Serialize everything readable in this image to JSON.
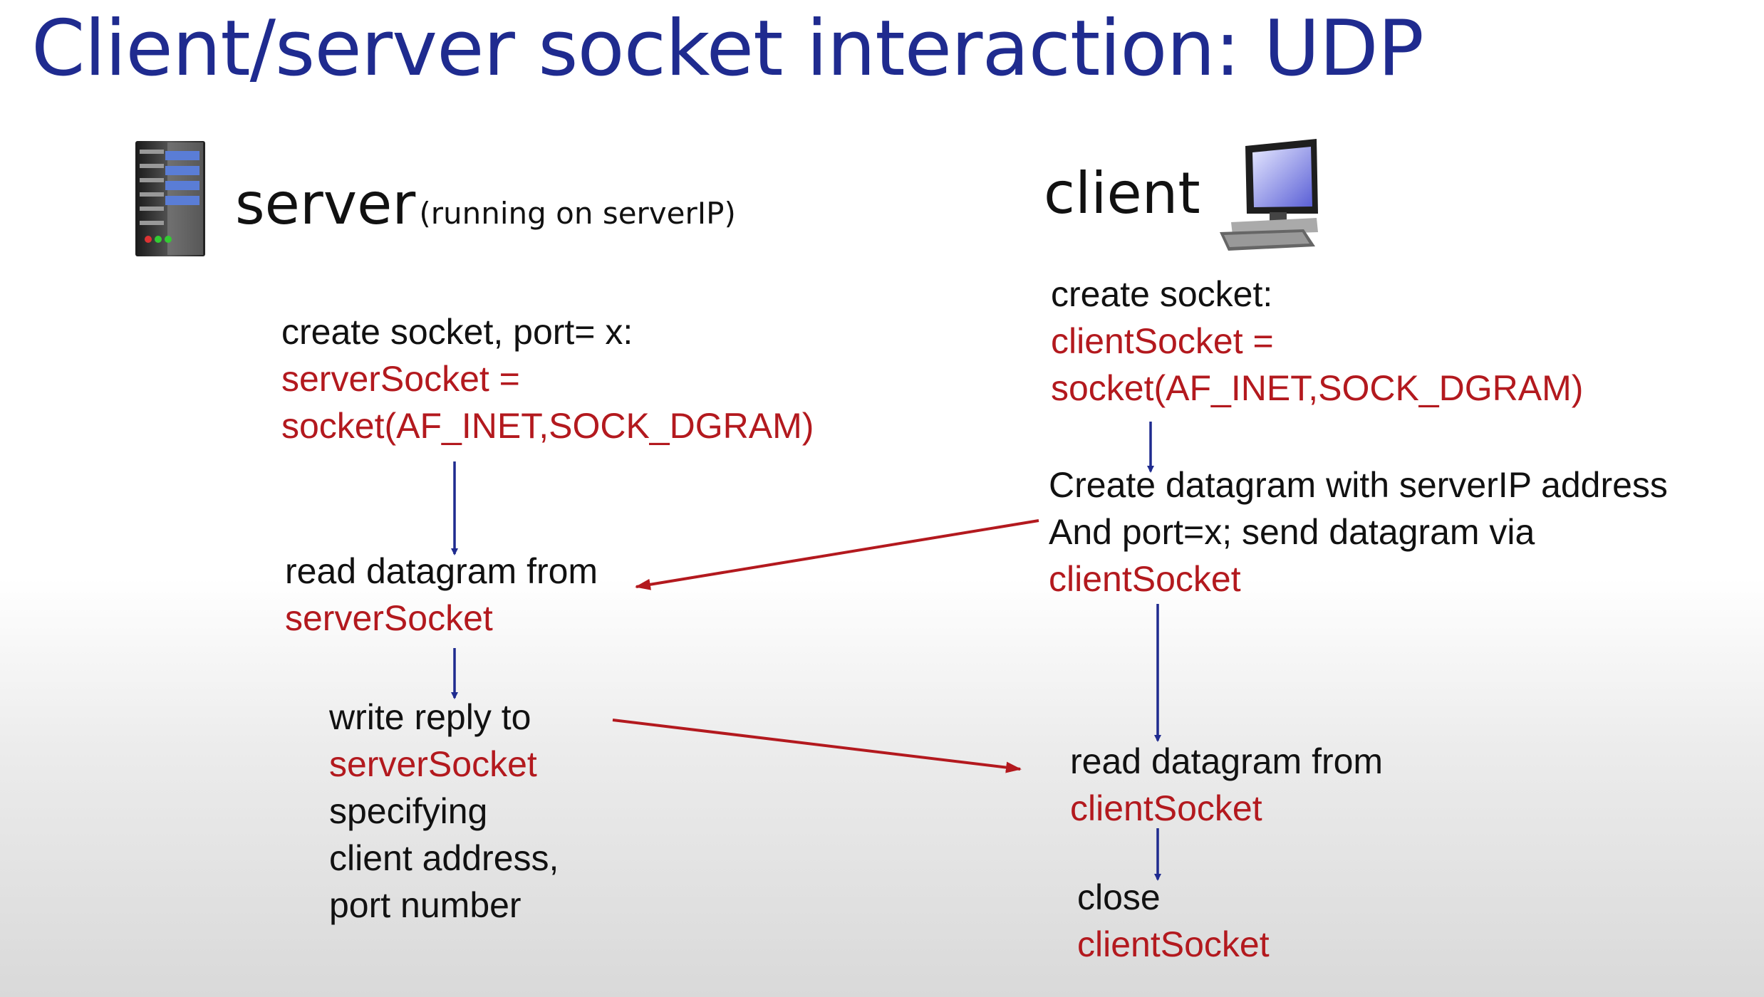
{
  "title": "Client/server socket interaction: UDP",
  "server": {
    "label": "server",
    "note": "(running on serverIP)"
  },
  "client": {
    "label": "client"
  },
  "server_steps": {
    "create": [
      "create socket, port= x:",
      "serverSocket =",
      "socket(AF_INET,SOCK_DGRAM)"
    ],
    "read": [
      "read datagram from",
      "serverSocket"
    ],
    "write": [
      "write reply to",
      "serverSocket",
      "specifying",
      "client address,",
      "port number"
    ]
  },
  "client_steps": {
    "create": [
      "create socket:",
      "clientSocket =",
      "socket(AF_INET,SOCK_DGRAM)"
    ],
    "send": [
      "Create datagram with serverIP address",
      "And port=x; send datagram via",
      "clientSocket"
    ],
    "read": [
      "read datagram from",
      "clientSocket"
    ],
    "close": [
      "close",
      "clientSocket"
    ]
  },
  "colors": {
    "title": "#1f2b8f",
    "code": "#b3191e",
    "flow_arrow": "#1f2b8f",
    "message_arrow": "#b3191e"
  },
  "icons": {
    "server": "server-tower-icon",
    "client": "desktop-computer-icon"
  }
}
